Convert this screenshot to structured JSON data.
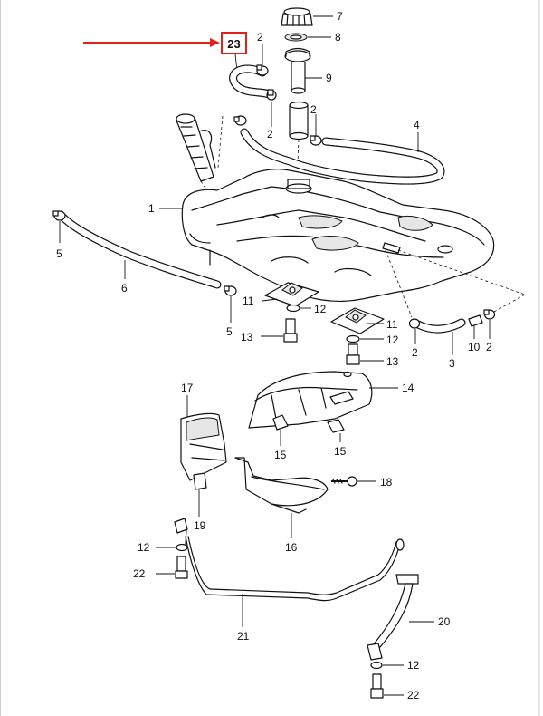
{
  "highlight": {
    "label": "23",
    "color": "#e0201b"
  },
  "callouts": [
    {
      "id": "c7",
      "label": "7"
    },
    {
      "id": "c8",
      "label": "8"
    },
    {
      "id": "c2a",
      "label": "2"
    },
    {
      "id": "c9",
      "label": "9"
    },
    {
      "id": "c2b",
      "label": "2"
    },
    {
      "id": "c2c",
      "label": "2"
    },
    {
      "id": "c4",
      "label": "4"
    },
    {
      "id": "c1",
      "label": "1"
    },
    {
      "id": "c5a",
      "label": "5"
    },
    {
      "id": "c6",
      "label": "6"
    },
    {
      "id": "c5b",
      "label": "5"
    },
    {
      "id": "c11a",
      "label": "11"
    },
    {
      "id": "c12a",
      "label": "12"
    },
    {
      "id": "c13a",
      "label": "13"
    },
    {
      "id": "c11b",
      "label": "11"
    },
    {
      "id": "c12b",
      "label": "12"
    },
    {
      "id": "c13b",
      "label": "13"
    },
    {
      "id": "c2d",
      "label": "2"
    },
    {
      "id": "c3",
      "label": "3"
    },
    {
      "id": "c10",
      "label": "10"
    },
    {
      "id": "c2e",
      "label": "2"
    },
    {
      "id": "c14",
      "label": "14"
    },
    {
      "id": "c17",
      "label": "17"
    },
    {
      "id": "c15a",
      "label": "15"
    },
    {
      "id": "c15b",
      "label": "15"
    },
    {
      "id": "c18",
      "label": "18"
    },
    {
      "id": "c19",
      "label": "19"
    },
    {
      "id": "c16",
      "label": "16"
    },
    {
      "id": "c12c",
      "label": "12"
    },
    {
      "id": "c22a",
      "label": "22"
    },
    {
      "id": "c21",
      "label": "21"
    },
    {
      "id": "c20",
      "label": "20"
    },
    {
      "id": "c12d",
      "label": "12"
    },
    {
      "id": "c22b",
      "label": "22"
    }
  ]
}
